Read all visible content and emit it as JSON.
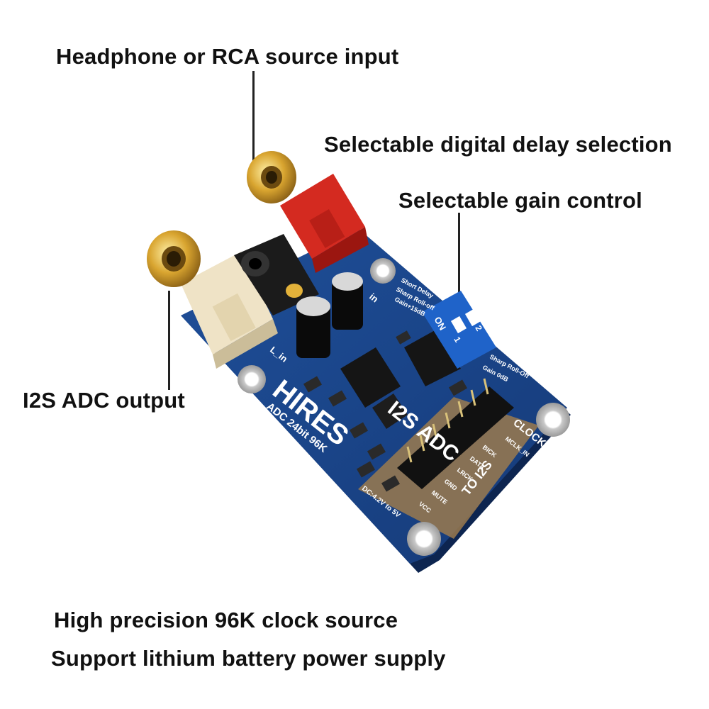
{
  "callouts": {
    "source_input": "Headphone or RCA source input",
    "delay_selection": "Selectable digital delay selection",
    "gain_control": "Selectable gain control",
    "adc_output": "I2S ADC output",
    "clock_source": "High precision 96K clock source",
    "battery_supply": "Support lithium battery power supply"
  },
  "board": {
    "brand": "HIRES",
    "subtitle": "ADC   24bit 96K",
    "module_label": "I2S ADC",
    "dip_on": "ON",
    "dip_1": "1",
    "dip_2": "2",
    "switch_labels": [
      "Short Delay",
      "Sharp Roll-off",
      "Gain+15dB"
    ],
    "switch_labels_off": [
      "Sharp Roll-Off",
      "Gain 0dB"
    ],
    "clock_out": "CLOCK OUT",
    "to_i2s": "TO I2S",
    "pin_labels": [
      "MCLK_IN",
      "BICK",
      "DATA",
      "LRCK",
      "GND",
      "MUTE",
      "VCC"
    ],
    "power": "DC:4.2V to 5V",
    "l_in": "L_in",
    "r_in": "in"
  }
}
